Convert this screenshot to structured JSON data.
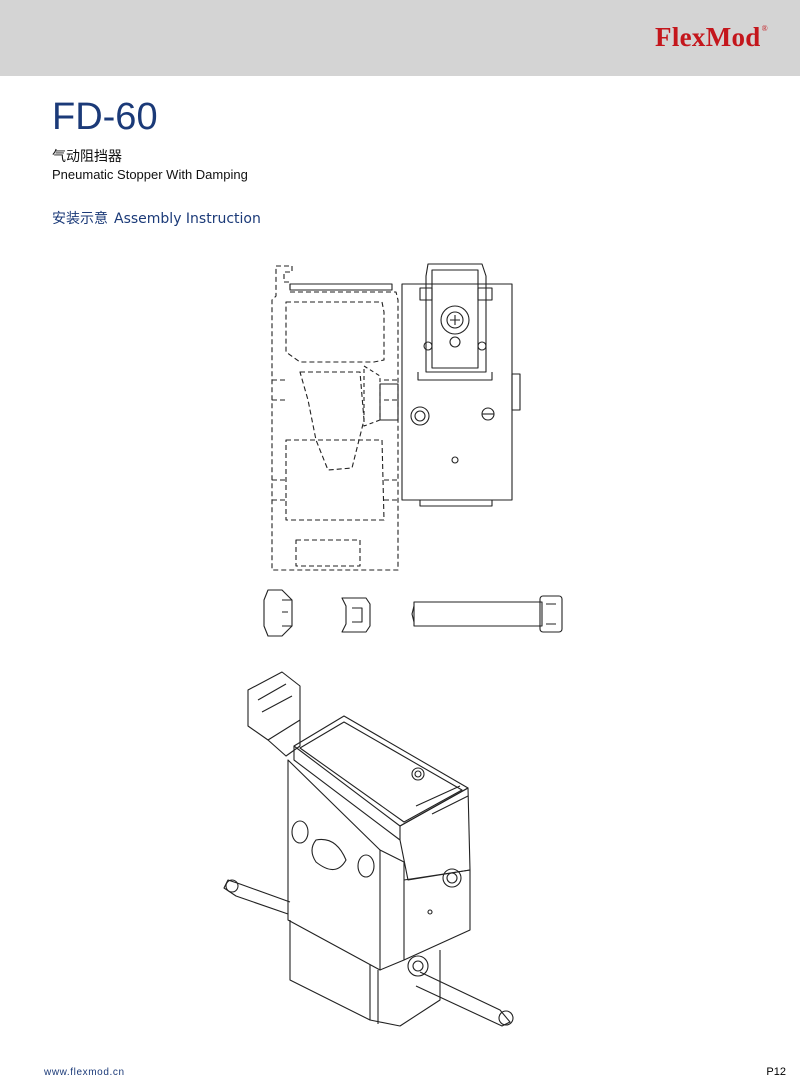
{
  "header": {
    "brand": "FlexMod",
    "registered": "®"
  },
  "product": {
    "model": "FD-60",
    "name_cn": "气动阻挡器",
    "name_en": "Pneumatic Stopper With Damping"
  },
  "section": {
    "title_cn": "安装示意",
    "title_en": "Assembly Instruction"
  },
  "footer": {
    "url": "www.flexmod.cn",
    "page": "P12"
  },
  "colors": {
    "brand": "#c4161c",
    "title": "#1b3a78",
    "header_bg": "#d4d4d4",
    "line": "#222222"
  }
}
